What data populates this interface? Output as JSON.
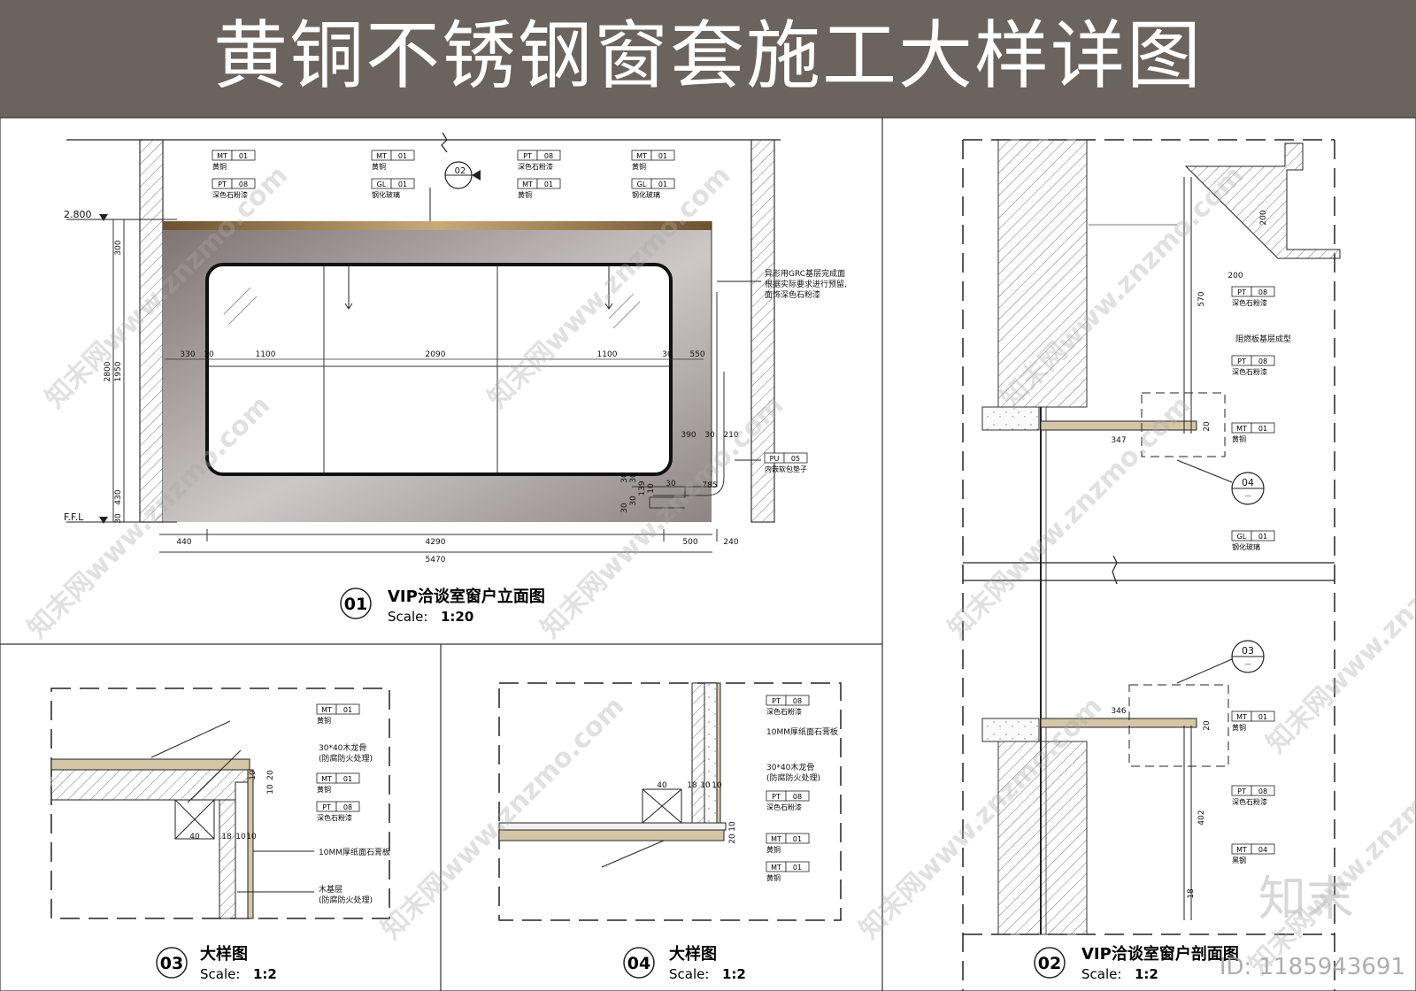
{
  "title": "黄铜不锈钢窗套施工大样详图",
  "watermark": {
    "text": "知末网www.znzmo.com",
    "logo": "知末",
    "id": "ID: 1185943691"
  },
  "views": {
    "v01": {
      "num": "01",
      "name": "VIP洽谈室窗户立面图",
      "scale_label": "Scale:",
      "scale": "1:20"
    },
    "v02": {
      "num": "02",
      "name": "VIP洽谈室窗户剖面图",
      "scale_label": "Scale:",
      "scale": "1:2"
    },
    "v03": {
      "num": "03",
      "name": "大样图",
      "scale_label": "Scale:",
      "scale": "1:2"
    },
    "v04": {
      "num": "04",
      "name": "大样图",
      "scale_label": "Scale:",
      "scale": "1:2"
    }
  },
  "elevation": {
    "levels": {
      "top": "2.800",
      "floor": "F.F.L"
    },
    "section_marker": "02",
    "dims_vertical": [
      "300",
      "1950",
      "430",
      "30",
      "2800"
    ],
    "dims_horizontal_mid": [
      "330",
      "30",
      "1100",
      "2090",
      "1100",
      "30",
      "550"
    ],
    "dims_bottom": [
      "440",
      "4290",
      "500",
      "240"
    ],
    "dims_total": "5470",
    "dims_right": [
      "390",
      "30",
      "210",
      "785",
      "30",
      "30",
      "30",
      "139",
      "10",
      "30",
      "30"
    ],
    "tags": [
      {
        "code": "MT",
        "num": "01",
        "desc": "黄铜"
      },
      {
        "code": "PT",
        "num": "08",
        "desc": "深色石粉漆"
      },
      {
        "code": "MT",
        "num": "01",
        "desc": "黄铜"
      },
      {
        "code": "GL",
        "num": "01",
        "desc": "钢化玻璃"
      },
      {
        "code": "PT",
        "num": "08",
        "desc": "深色石粉漆"
      },
      {
        "code": "MT",
        "num": "01",
        "desc": "黄铜"
      },
      {
        "code": "MT",
        "num": "01",
        "desc": "黄铜"
      },
      {
        "code": "GL",
        "num": "01",
        "desc": "钢化玻璃"
      }
    ],
    "note1": "异形用GRC基层完成面",
    "note2": "根据实际要求进行预留,",
    "note3": "面饰深色石粉漆",
    "pu_tag": {
      "code": "PU",
      "num": "05",
      "desc": "内嵌软包垫子"
    }
  },
  "section": {
    "dims": [
      "200",
      "570",
      "200",
      "347",
      "346",
      "402",
      "18",
      "20",
      "20"
    ],
    "markers": [
      {
        "num": "04",
        "sub": "---"
      },
      {
        "num": "03",
        "sub": "---"
      }
    ],
    "tags": [
      {
        "code": "PT",
        "num": "08",
        "desc": "深色石粉漆"
      },
      {
        "code": "PT",
        "num": "08",
        "desc": "深色石粉漆"
      },
      {
        "code": "MT",
        "num": "01",
        "desc": "黄铜"
      },
      {
        "code": "GL",
        "num": "01",
        "desc": "钢化玻璃"
      },
      {
        "code": "MT",
        "num": "01",
        "desc": "黄铜"
      },
      {
        "code": "PT",
        "num": "08",
        "desc": "深色石粉漆"
      },
      {
        "code": "MT",
        "num": "04",
        "desc": "黑钢"
      }
    ],
    "note": "阻燃板基层成型"
  },
  "detail03": {
    "tags": [
      {
        "code": "MT",
        "num": "01",
        "desc": "黄铜"
      },
      {
        "code": "MT",
        "num": "01",
        "desc": "黄铜"
      },
      {
        "code": "PT",
        "num": "08",
        "desc": "深色石粉漆"
      }
    ],
    "notes": [
      "30*40木龙骨",
      "(防腐防火处理)",
      "10MM厚纸面石膏板",
      "木基层",
      "(防腐防火处理)"
    ],
    "dims": [
      "20",
      "10",
      "10",
      "40",
      "18",
      "10",
      "10"
    ]
  },
  "detail04": {
    "tags": [
      {
        "code": "PT",
        "num": "08",
        "desc": "深色石粉漆"
      },
      {
        "code": "PT",
        "num": "08",
        "desc": "深色石粉漆"
      },
      {
        "code": "MT",
        "num": "01",
        "desc": "黄铜"
      },
      {
        "code": "MT",
        "num": "01",
        "desc": "黄铜"
      }
    ],
    "notes": [
      "10MM厚纸面石膏板",
      "30*40木龙骨",
      "(防腐防火处理)"
    ],
    "dims": [
      "40",
      "18",
      "10",
      "10",
      "10",
      "20"
    ]
  }
}
